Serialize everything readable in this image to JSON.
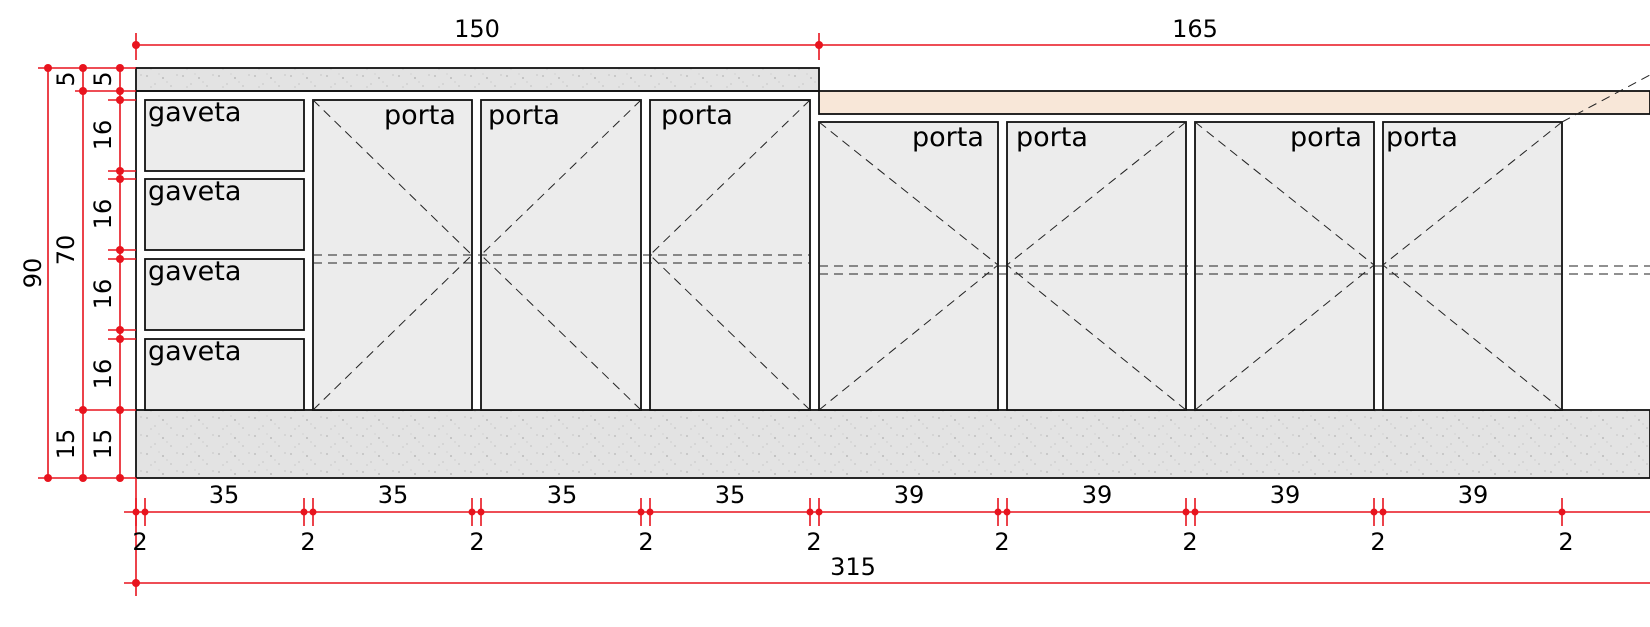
{
  "top_dims": {
    "left": "150",
    "right": "165"
  },
  "left_dims": {
    "total": "90",
    "body": "70",
    "top_outer": "5",
    "top_inner": "5",
    "base_outer": "15",
    "base_inner": "15",
    "drawer_heights": [
      "16",
      "16",
      "16",
      "16"
    ]
  },
  "bottom_widths": [
    "35",
    "35",
    "35",
    "35",
    "39",
    "39",
    "39",
    "39"
  ],
  "gaps": [
    "2",
    "2",
    "2",
    "2",
    "2",
    "2",
    "2",
    "2",
    "2"
  ],
  "total_width": "315",
  "drawers": [
    "gaveta",
    "gaveta",
    "gaveta",
    "gaveta"
  ],
  "doors": [
    "porta",
    "porta",
    "porta",
    "porta",
    "porta",
    "porta",
    "porta"
  ],
  "colors": {
    "dimension": "#e8141e",
    "panel": "#ececec",
    "counter_hatch": "#e3e3e3",
    "backsplash": "#f8e7d8"
  }
}
